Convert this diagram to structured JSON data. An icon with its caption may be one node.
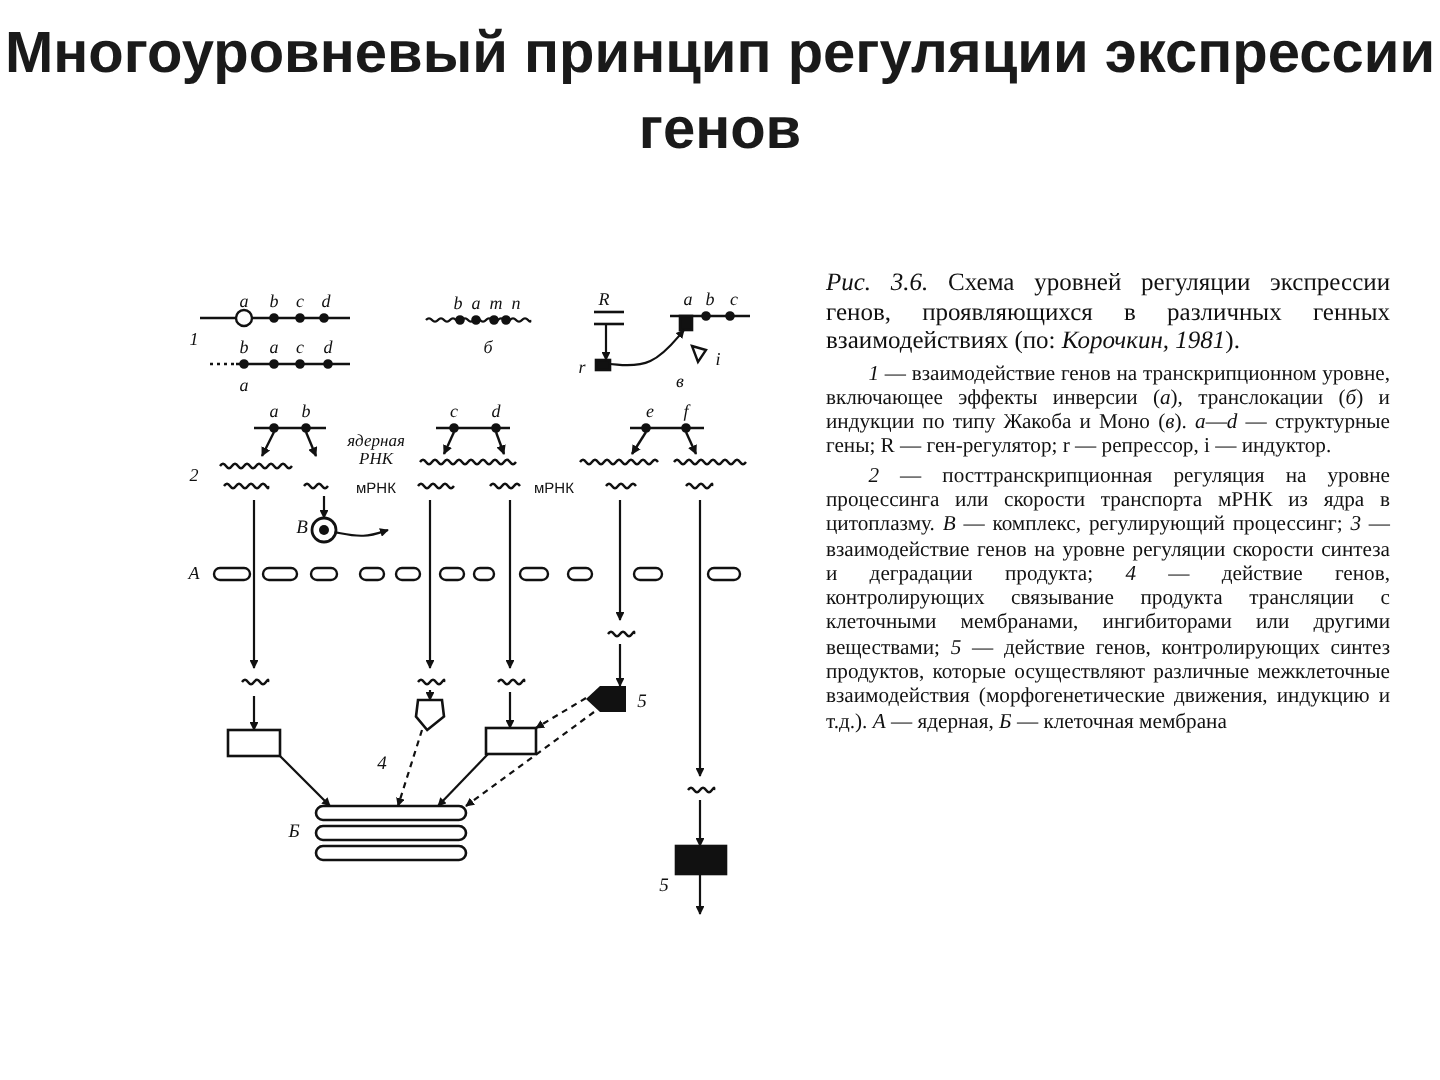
{
  "diagram": {
    "title": "Многоуровневый принцип регуляции экспрессии генов",
    "caption": "*Рис. 3.6.* Схема уровней регуляции экспрессии генов, проявляющихся в различных генных взаимодействиях (по: *Корочкин, 1981*).",
    "nodes": [
      {
        "text": [],
        "shape": "circle",
        "beside": [
          "В"
        ]
      },
      {
        "text": [],
        "shape": "box"
      },
      {
        "text": [],
        "shape": "pentagon"
      },
      {
        "text": [],
        "shape": "box"
      },
      {
        "text": [],
        "shape": "pentagon",
        "beside": [
          "5"
        ]
      },
      {
        "text": [],
        "shape": "bar",
        "beside": [
          "Б"
        ]
      },
      {
        "text": [],
        "shape": "box",
        "beside": [
          "5"
        ]
      },
      {
        "text": [],
        "shape": "box"
      },
      {
        "text": [],
        "shape": "box"
      },
      {
        "text": [],
        "shape": "bar"
      }
    ],
    "edges": [
      {
        "from": 0,
        "to": null,
        "arrow": "to"
      },
      {
        "from": null,
        "to": 1,
        "arrow": "to"
      },
      {
        "from": null,
        "to": 2,
        "arrow": "to"
      },
      {
        "from": null,
        "to": 3,
        "arrow": "to"
      },
      {
        "from": null,
        "to": 4,
        "arrow": "to"
      },
      {
        "from": null,
        "to": 6,
        "arrow": "to"
      },
      {
        "from": 6,
        "to": null,
        "arrow": "to"
      },
      {
        "from": 1,
        "to": 5,
        "arrow": "to"
      },
      {
        "from": 2,
        "to": 5,
        "arrow": "to",
        "style": "dashed",
        "label": "4"
      },
      {
        "from": 3,
        "to": 5,
        "arrow": "to"
      },
      {
        "from": 4,
        "to": 3,
        "arrow": "to",
        "style": "dashed"
      },
      {
        "from": 4,
        "to": 5,
        "arrow": "to",
        "style": "dashed"
      },
      {
        "from": null,
        "to": 0,
        "arrow": "to"
      },
      {
        "from": 9,
        "to": 7,
        "arrow": "to"
      },
      {
        "from": 7,
        "to": 8,
        "arrow": "to"
      }
    ],
    "labels": [
      "a",
      "b",
      "c",
      "d",
      "b",
      "a",
      "m",
      "n",
      "R",
      "a",
      "b",
      "c",
      "1",
      "b",
      "a",
      "c",
      "d",
      "r",
      "i",
      "а",
      "б",
      "в",
      "a",
      "b",
      "c",
      "d",
      "e",
      "f",
      "ядерная РНК",
      "2",
      "мРНК",
      "мРНК",
      "А",
      "*1* — взаимодействие генов на транскрипционном уровне, включающее эффекты инверсии (*а*), транслокации (*б*) и индукции по типу Жакоба и Моно (*в*). *a*—*d* — структурные гены; R — ген-регулятор; r — репрессор, i — индуктор.",
      "*2* — посттранскрипционная регуляция на уровне процессинга или скорости транспорта мРНК из ядра в цитоплазму. *В* — комплекс, регулирующий процессинг; *3* — взаимодействие генов на уровне регуляции скорости синтеза и деградации продукта; *4* — действие генов, контролирующих связывание продукта трансляции с клеточными мембранами, ингибиторами или другими веществами; *5* — действие генов, контролирующих синтез продуктов, которые осуществляют различные межклеточные взаимодействия (морфогенетические движения, индукцию и т.д.). *А* — ядерная, *Б* — клеточная мембрана"
    ]
  }
}
